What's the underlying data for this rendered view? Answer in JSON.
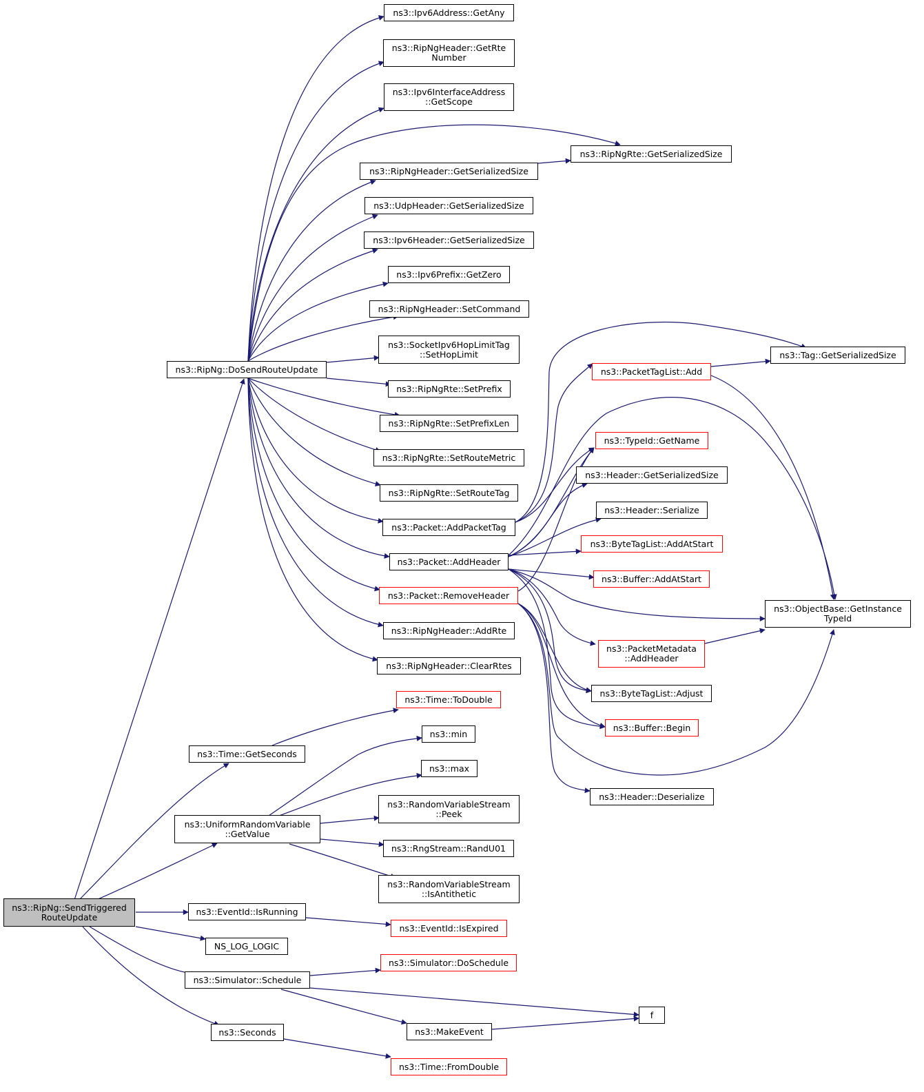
{
  "graph": {
    "root": "ns3::RipNg::SendTriggered\nRouteUpdate",
    "colors": {
      "edge": "#191970",
      "root_fill": "#bfbfbf",
      "external_border": "#ff0000",
      "node_border": "#000000"
    },
    "nodes": {
      "root": "ns3::RipNg::SendTriggered\nRouteUpdate",
      "doSend": "ns3::RipNg::DoSendRouteUpdate",
      "getAny": "ns3::Ipv6Address::GetAny",
      "getRteNumber": "ns3::RipNgHeader::GetRte\nNumber",
      "getScope": "ns3::Ipv6InterfaceAddress\n::GetScope",
      "rteSerSize": "ns3::RipNgRte::GetSerializedSize",
      "hdrSerSize": "ns3::RipNgHeader::GetSerializedSize",
      "udpSerSize": "ns3::UdpHeader::GetSerializedSize",
      "ipv6SerSize": "ns3::Ipv6Header::GetSerializedSize",
      "getZero": "ns3::Ipv6Prefix::GetZero",
      "setCommand": "ns3::RipNgHeader::SetCommand",
      "setHopLimit": "ns3::SocketIpv6HopLimitTag\n::SetHopLimit",
      "setPrefix": "ns3::RipNgRte::SetPrefix",
      "setPrefixLen": "ns3::RipNgRte::SetPrefixLen",
      "setRouteMetric": "ns3::RipNgRte::SetRouteMetric",
      "setRouteTag": "ns3::RipNgRte::SetRouteTag",
      "addPacketTag": "ns3::Packet::AddPacketTag",
      "addHeader": "ns3::Packet::AddHeader",
      "removeHeader": "ns3::Packet::RemoveHeader",
      "addRte": "ns3::RipNgHeader::AddRte",
      "clearRtes": "ns3::RipNgHeader::ClearRtes",
      "tagSerSize": "ns3::Tag::GetSerializedSize",
      "ptlAdd": "ns3::PacketTagList::Add",
      "getName": "ns3::TypeId::GetName",
      "headerSerSize": "ns3::Header::GetSerializedSize",
      "headerSerialize": "ns3::Header::Serialize",
      "btlAddAtStart": "ns3::ByteTagList::AddAtStart",
      "bufAddAtStart": "ns3::Buffer::AddAtStart",
      "getInstanceTypeId": "ns3::ObjectBase::GetInstance\nTypeId",
      "pmAddHeader": "ns3::PacketMetadata\n::AddHeader",
      "btlAdjust": "ns3::ByteTagList::Adjust",
      "bufBegin": "ns3::Buffer::Begin",
      "headerDeserialize": "ns3::Header::Deserialize",
      "toDouble": "ns3::Time::ToDouble",
      "getSeconds": "ns3::Time::GetSeconds",
      "min": "ns3::min",
      "max": "ns3::max",
      "peek": "ns3::RandomVariableStream\n::Peek",
      "urvGetValue": "ns3::UniformRandomVariable\n::GetValue",
      "randU01": "ns3::RngStream::RandU01",
      "isAntithetic": "ns3::RandomVariableStream\n::IsAntithetic",
      "isRunning": "ns3::EventId::IsRunning",
      "isExpired": "ns3::EventId::IsExpired",
      "nsLogLogic": "NS_LOG_LOGIC",
      "doSchedule": "ns3::Simulator::DoSchedule",
      "schedule": "ns3::Simulator::Schedule",
      "f": "f",
      "makeEvent": "ns3::MakeEvent",
      "seconds": "ns3::Seconds",
      "fromDouble": "ns3::Time::FromDouble"
    }
  }
}
